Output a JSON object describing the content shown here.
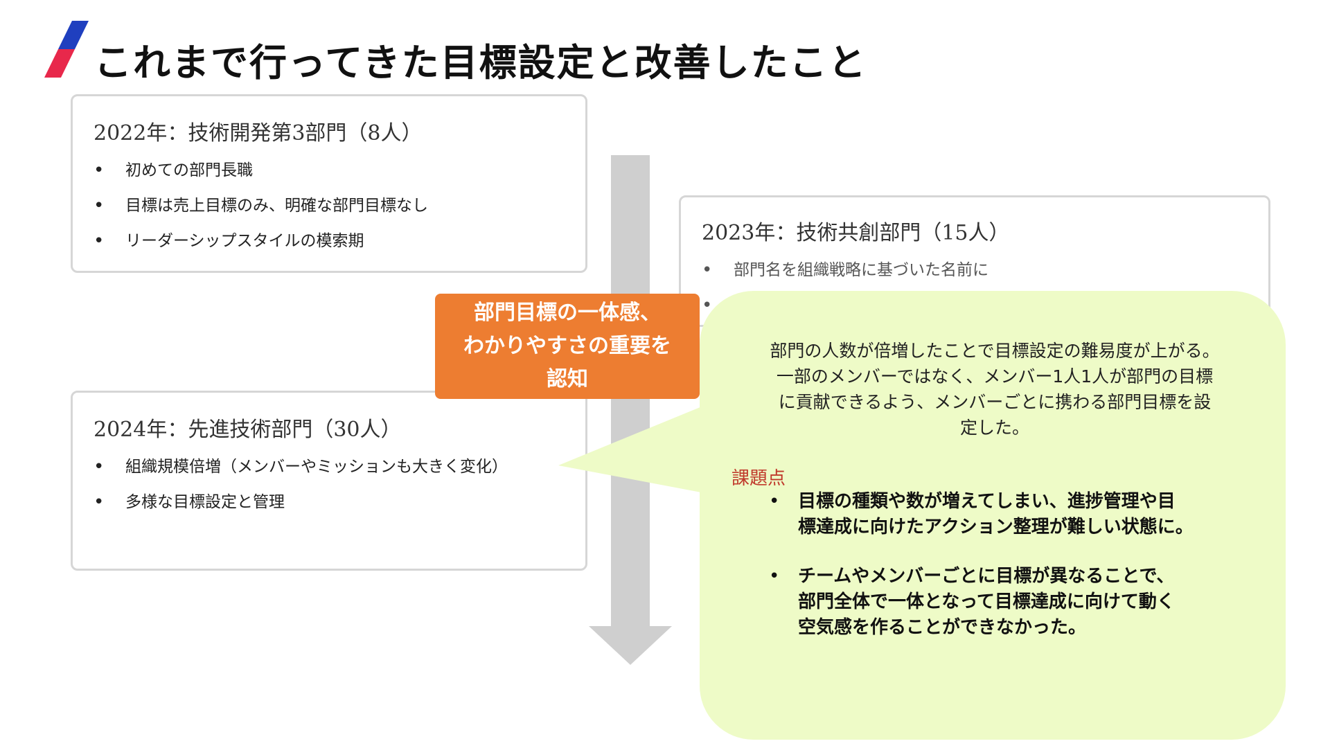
{
  "header": {
    "title": "これまで行ってきた目標設定と改善したこと",
    "accent_colors": [
      "#1f3fbf",
      "#e8284b"
    ]
  },
  "cards": {
    "y2022": {
      "title": "2022年：技術開発第3部門（8人）",
      "items": [
        "初めての部門長職",
        "目標は売上目標のみ、明確な部門目標なし",
        "リーダーシップスタイルの模索期"
      ]
    },
    "y2023": {
      "title": "2023年：技術共創部門（15人）",
      "items": [
        "部門名を組織戦略に基づいた名前に"
      ]
    },
    "y2024": {
      "title": "2024年：先進技術部門（30人）",
      "items": [
        "組織規模倍増（メンバーやミッションも大きく変化）",
        "多様な目標設定と管理"
      ]
    }
  },
  "callout": {
    "lines": [
      "部門目標の一体感、",
      "わかりやすさの重要を",
      "認知"
    ],
    "color": "#ed7d31"
  },
  "bubble": {
    "lines": [
      "部門の人数が倍増したことで目標設定の難易度が上がる。",
      "一部のメンバーではなく、メンバー1人1人が部門の目標",
      "に貢献できるよう、メンバーごとに携わる部門目標を設",
      "定した。"
    ],
    "issue_label": "課題点",
    "issues": [
      [
        "目標の種類や数が増えてしまい、進捗管理や目",
        "標達成に向けたアクション整理が難しい状態に。"
      ],
      [
        "チームやメンバーごとに目標が異なることで、",
        "部門全体で一体となって目標達成に向けて動く",
        "空気感を作ることができなかった。"
      ]
    ],
    "background": "#eefbc7"
  }
}
